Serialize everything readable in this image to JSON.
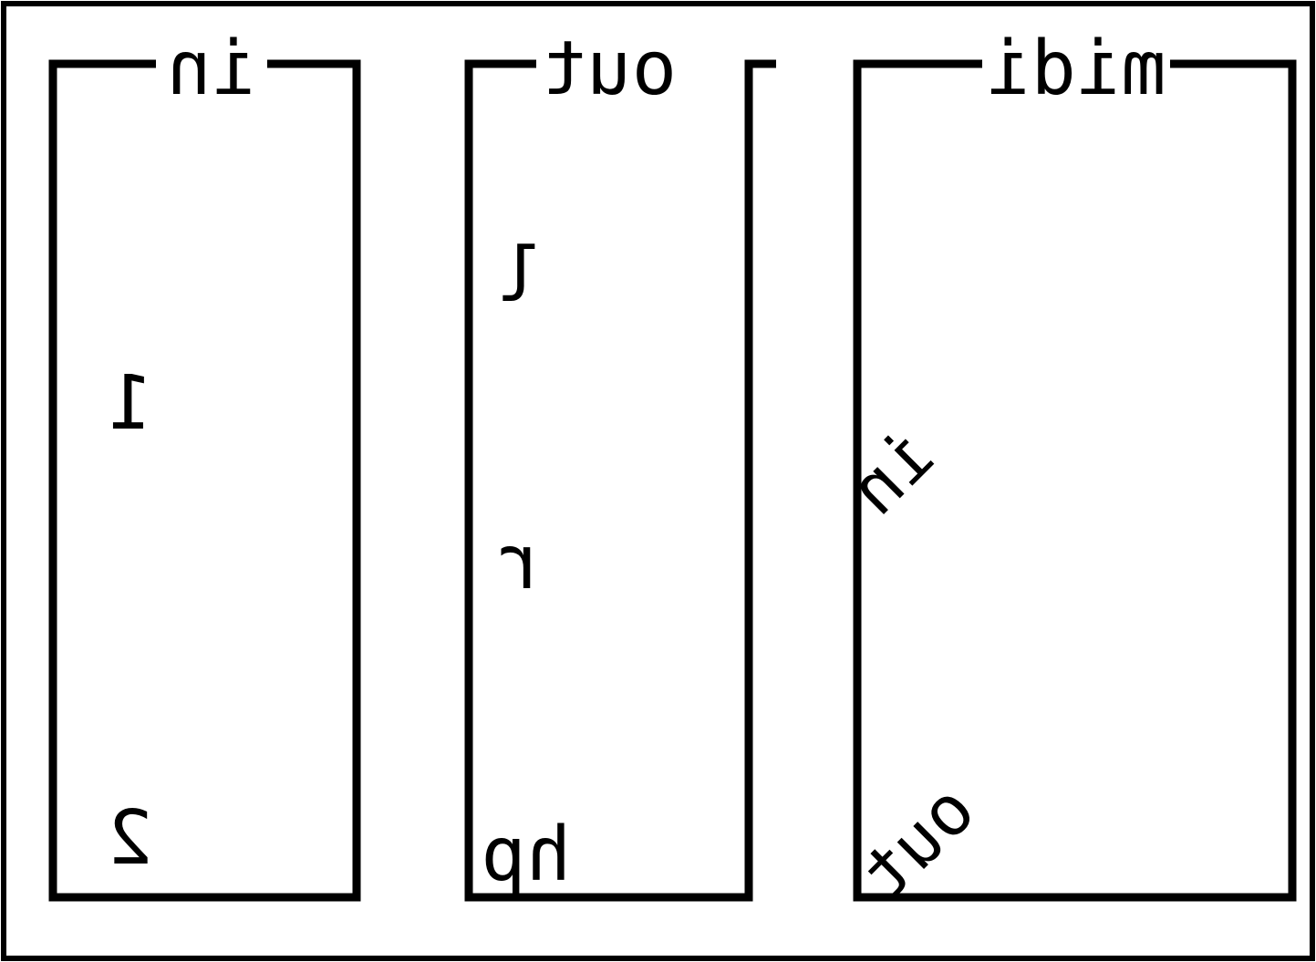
{
  "colors": {
    "ink": "#000000",
    "paper": "#ffffff"
  },
  "panels": {
    "in": {
      "title": "in",
      "labels": [
        "1",
        "2"
      ]
    },
    "out": {
      "title": "out",
      "labels": [
        "l",
        "r",
        "hp"
      ]
    },
    "midi": {
      "title": "midi",
      "labels": [
        "in",
        "out"
      ]
    }
  }
}
